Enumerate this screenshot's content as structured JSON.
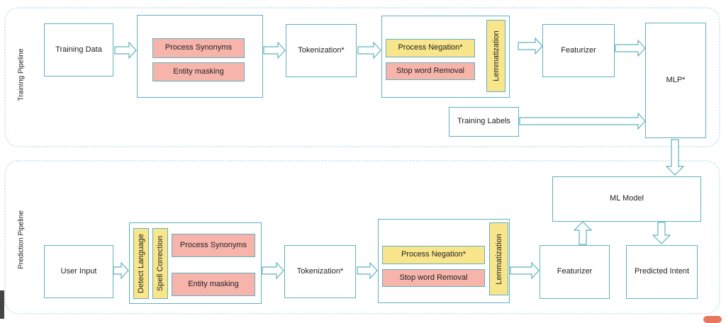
{
  "training": {
    "label": "Training Pipeline",
    "training_data": "Training Data",
    "process_synonyms": "Process Synonyms",
    "entity_masking": "Entity masking",
    "tokenization": "Tokenization*",
    "process_negation": "Process Negation*",
    "stop_word_removal": "Stop word Removal",
    "lemmatization": "Lemmatization",
    "featurizer": "Featurizer",
    "mlp": "MLP*",
    "training_labels": "Training Labels"
  },
  "prediction": {
    "label": "Prediction Pipeline",
    "user_input": "User Input",
    "detect_language": "Detect Language",
    "spell_correction": "Spell Correction",
    "process_synonyms": "Process Synonyms",
    "entity_masking": "Entity masking",
    "tokenization": "Tokenization*",
    "process_negation": "Process Negation*",
    "stop_word_removal": "Stop word Removal",
    "lemmatization": "Lemmatization",
    "featurizer": "Featurizer",
    "ml_model": "ML Model",
    "predicted_intent": "Predicted Intent"
  },
  "colors": {
    "border": "#5fb2bd",
    "red_fill": "#f7b4ab",
    "yellow_fill": "#f8e58c",
    "group_border": "#cfe6ee"
  }
}
